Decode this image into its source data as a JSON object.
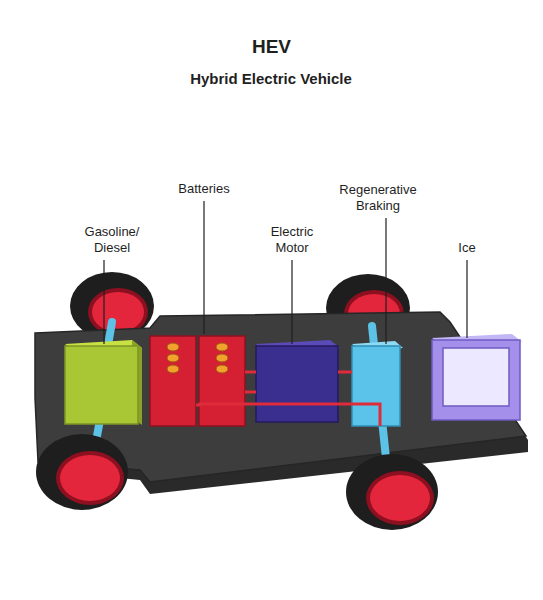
{
  "diagram": {
    "title": "HEV",
    "labels": [
      "Hybrid Electric Vehicle",
      "Gasoline/ Diesel",
      "Batteries",
      "Electric Motor",
      "Regenerative Braking",
      "Ice"
    ]
  }
}
